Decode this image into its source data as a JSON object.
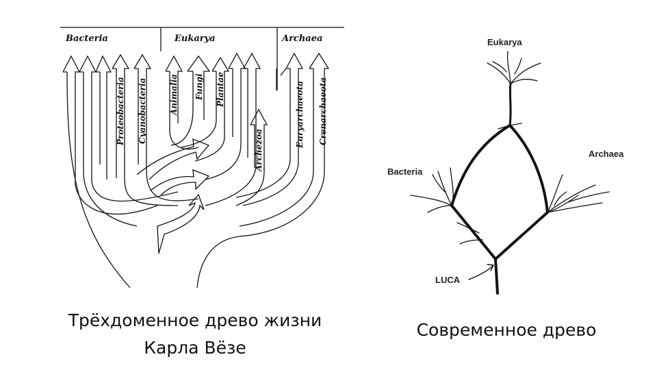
{
  "left_tree": {
    "domains": [
      "Bacteria",
      "Eukarya",
      "Archaea"
    ],
    "groups": {
      "proteobacteria": "Proteobacteria",
      "cyanobacteria": "Cyanobacteria",
      "animalia": "Animalia",
      "fungi": "Fungi",
      "plantae": "Plantae",
      "archezoa": "Archezoa",
      "euryarchaeota": "Euryarchaeota",
      "crenarchaeota": "Crenarchaeota"
    }
  },
  "right_tree": {
    "eukarya": "Eukarya",
    "bacteria": "Bacteria",
    "archaea": "Archaea",
    "luca": "LUCA"
  },
  "captions": {
    "left_line1": "Трёхдоменное древо жизни",
    "left_line2": "Карла Вёзе",
    "right": "Современное древо"
  }
}
